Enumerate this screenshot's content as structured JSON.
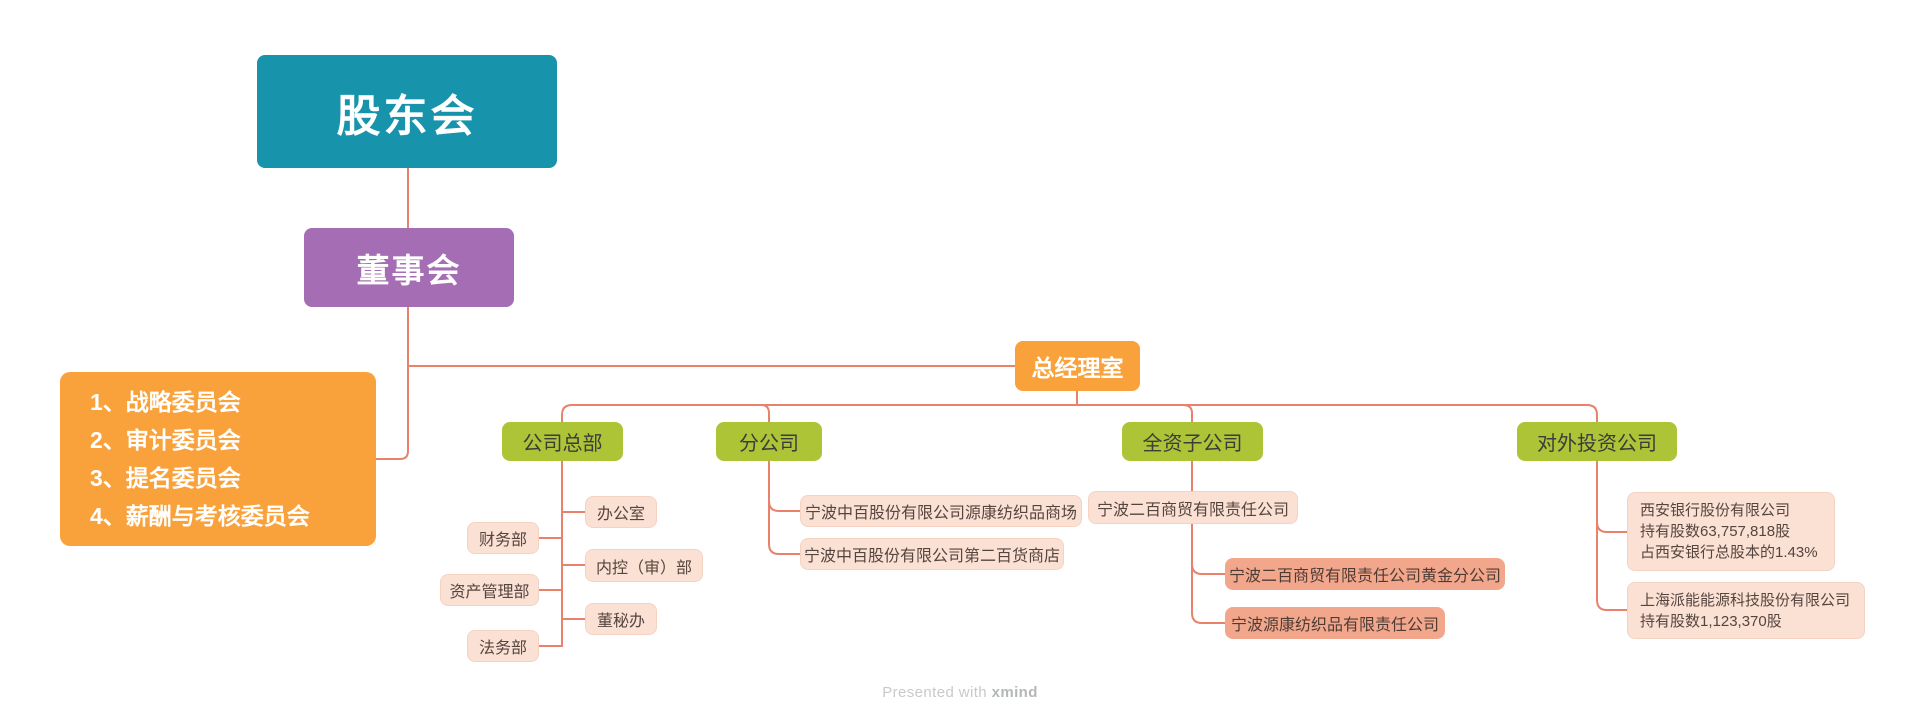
{
  "palette": {
    "root_teal": "#1794ab",
    "board_purple": "#a56db3",
    "accent_orange": "#f9a23b",
    "division_green": "#adc437",
    "leaf_pink": "#fbe0d4",
    "leaf_salmon": "#f2a78d",
    "connector_coral": "#e8826d"
  },
  "nodes": {
    "shareholders": {
      "label": "股东会"
    },
    "board": {
      "label": "董事会"
    },
    "committees": {
      "lines": [
        "1、战略委员会",
        "2、审计委员会",
        "3、提名委员会",
        "4、薪酬与考核委员会"
      ]
    },
    "gm_office": {
      "label": "总经理室"
    },
    "hq": {
      "label": "公司总部"
    },
    "branch": {
      "label": "分公司"
    },
    "wholly": {
      "label": "全资子公司"
    },
    "investment": {
      "label": "对外投资公司"
    },
    "hq_children": {
      "office": "办公室",
      "finance": "财务部",
      "internal_audit": "内控（审）部",
      "asset_mgmt": "资产管理部",
      "board_secretary": "董秘办",
      "legal": "法务部"
    },
    "branch_children": [
      "宁波中百股份有限公司源康纺织品商场",
      "宁波中百股份有限公司第二百货商店"
    ],
    "wholly_parent": "宁波二百商贸有限责任公司",
    "wholly_children": [
      "宁波二百商贸有限责任公司黄金分公司",
      "宁波源康纺织品有限责任公司"
    ],
    "investment_children": [
      {
        "line1": "西安银行股份有限公司",
        "line2": "持有股数63,757,818股",
        "line3": "占西安银行总股本的1.43%"
      },
      {
        "line1": "上海派能能源科技股份有限公司",
        "line2": "持有股数1,123,370股"
      }
    ]
  },
  "footer": {
    "prefix": "Presented with ",
    "brand": "xmind"
  }
}
